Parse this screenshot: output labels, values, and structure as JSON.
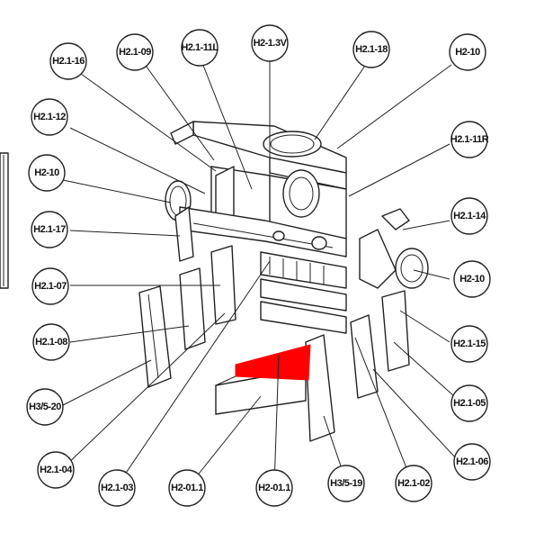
{
  "labels": {
    "h21_16": "H2.1-16",
    "h21_09": "H2.1-09",
    "h21_11l": "H2.1-11L",
    "h21_13v": "H2-1.3V",
    "h21_18": "H2.1-18",
    "h2_10_top": "H2-10",
    "h21_12": "H2.1-12",
    "h21_11r": "H2.1-11R",
    "h2_10_left": "H2-10",
    "h21_14": "H2.1-14",
    "h21_17": "H2.1-17",
    "h2_10_right": "H2-10",
    "h21_07": "H2.1-07",
    "h21_15": "H2.1-15",
    "h21_08": "H2.1-08",
    "h21_05": "H2.1-05",
    "h35_20": "H3/5-20",
    "h21_06": "H2.1-06",
    "h21_04": "H2.1-04",
    "h21_03": "H2.1-03",
    "h2_011_left": "H2-01.1",
    "h2_011_right": "H2-01.1",
    "h35_19": "H3/5-19",
    "h21_02": "H2.1-02"
  },
  "colors": {
    "highlight": "#ff0000",
    "line": "#222222",
    "background": "#ffffff"
  }
}
